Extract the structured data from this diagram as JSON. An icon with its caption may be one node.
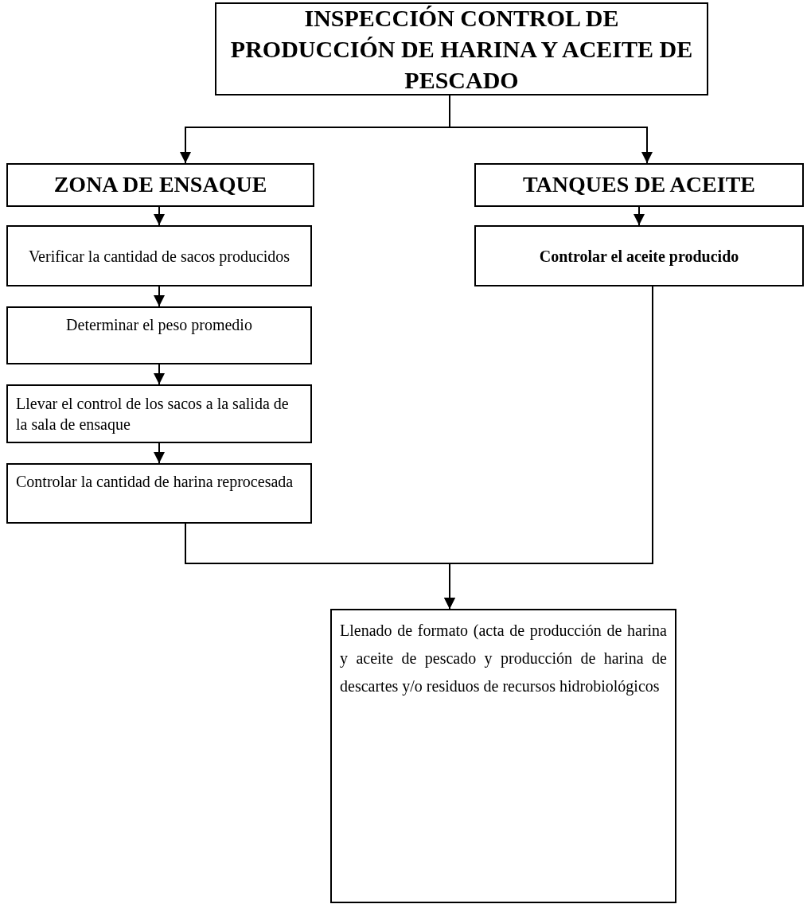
{
  "diagram": {
    "nodes": [
      {
        "text": [
          "INSPECCIÓN CONTROL DE PRODUCCIÓN DE HARINA Y ACEITE DE PESCADO"
        ]
      },
      {
        "text": [
          "ZONA DE ENSAQUE"
        ]
      },
      {
        "text": [
          "TANQUES DE ACEITE"
        ]
      },
      {
        "text": [
          "Verificar la cantidad de sacos producidos"
        ]
      },
      {
        "text": [
          "Determinar el peso promedio"
        ]
      },
      {
        "text": [
          "Llevar el control de los sacos a la salida de la sala de ensaque"
        ]
      },
      {
        "text": [
          "Controlar la cantidad de harina reprocesada"
        ]
      },
      {
        "text": [
          "Controlar el aceite producido"
        ]
      },
      {
        "text": [
          "Llenado de formato (acta de producción de harina y aceite de pescado y producción de harina de descartes y/o residuos de recursos hidrobiológicos"
        ]
      }
    ],
    "edges": [
      {
        "from": 0,
        "to": 1,
        "arrow": "to"
      },
      {
        "from": 0,
        "to": 2,
        "arrow": "to"
      },
      {
        "from": 1,
        "to": 3,
        "arrow": "to"
      },
      {
        "from": 3,
        "to": 4,
        "arrow": "to"
      },
      {
        "from": 4,
        "to": 5,
        "arrow": "to"
      },
      {
        "from": 5,
        "to": 6,
        "arrow": "to"
      },
      {
        "from": 2,
        "to": 7,
        "arrow": "to"
      },
      {
        "from": 6,
        "to": 8,
        "arrow": "to"
      },
      {
        "from": 7,
        "to": 8,
        "arrow": "to"
      }
    ]
  }
}
